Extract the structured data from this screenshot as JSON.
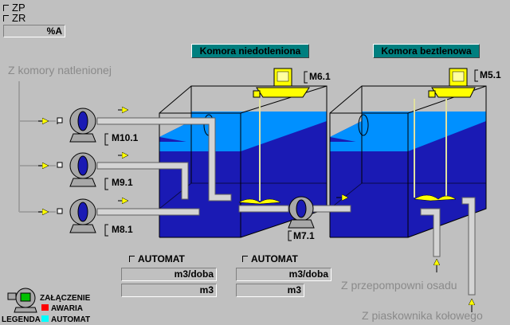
{
  "status": {
    "zp": "ZP",
    "zr": "ZR",
    "percent_unit": "%A"
  },
  "chambers": {
    "anoxic": "Komora niedotleniona",
    "anaerobic": "Komora beztlenowa"
  },
  "sources": {
    "from_aerated": "Z komory natlenionej",
    "from_sludge_pump": "Z przepompowni osadu",
    "from_grit": "Z piaskownika kołowego"
  },
  "pumps": {
    "m10": "M10.1",
    "m9": "M9.1",
    "m8": "M8.1",
    "m7": "M7.1"
  },
  "mixers": {
    "m6": "M6.1",
    "m5": "M5.1"
  },
  "panels": {
    "left": {
      "mode": "AUTOMAT",
      "flow_unit": "m3/doba",
      "volume_unit": "m3"
    },
    "right": {
      "mode": "AUTOMAT",
      "flow_unit": "m3/doba",
      "volume_unit": "m3"
    }
  },
  "legend": {
    "title": "LEGENDA",
    "on": "ZAŁĄCZENIE",
    "fault": "AWARIA",
    "auto": "AUTOMAT",
    "fault_color": "#ff0000",
    "auto_color": "#00ffff"
  },
  "colors": {
    "background": "#c0c0c0",
    "water_dark": "#1a1ab4",
    "water_light": "#0090ff",
    "title_bar": "#007f7f",
    "motor": "#ffff00"
  }
}
